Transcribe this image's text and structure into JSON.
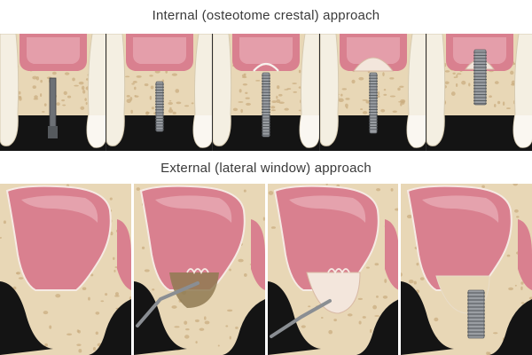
{
  "headings": {
    "internal": "Internal (osteotome crestal) approach",
    "external": "External (lateral window) approach"
  },
  "colors": {
    "sinus": "#d9808f",
    "sinus_light": "#f2c4cb",
    "bone": "#e8d7b6",
    "bone_pore": "#c9ab7d",
    "tooth": "#f4efe2",
    "tooth_shadow": "#d6cab0",
    "gingiva_dark": "#141414",
    "implant": "#9a9ea3",
    "graft": "#f3e6dc"
  },
  "internal_steps": [
    {
      "icon": "osteotome-icon",
      "stage": 1
    },
    {
      "icon": "implant-drill-icon",
      "stage": 2
    },
    {
      "icon": "elevated-membrane-icon",
      "stage": 3
    },
    {
      "icon": "graft-dome-icon",
      "stage": 4
    },
    {
      "icon": "seated-implant-icon",
      "stage": 5
    }
  ],
  "external_steps": [
    {
      "icon": "sinus-cavity-icon",
      "stage": 1
    },
    {
      "icon": "lateral-window-instrument-icon",
      "stage": 2
    },
    {
      "icon": "graft-packing-icon",
      "stage": 3
    },
    {
      "icon": "placed-implant-icon",
      "stage": 4
    }
  ]
}
